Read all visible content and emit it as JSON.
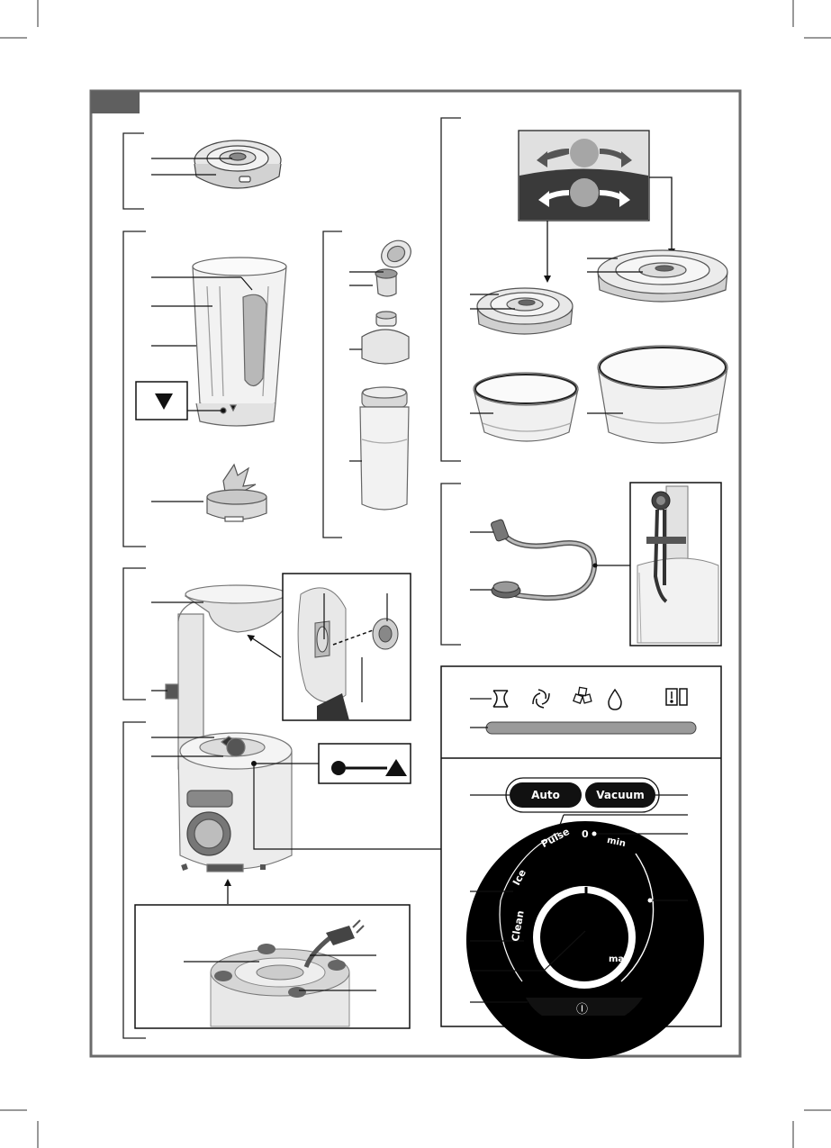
{
  "controls": {
    "auto_label": "Auto",
    "vacuum_label": "Vacuum",
    "pulse_label": "Pulse",
    "zero_label": "0",
    "min_label": "min",
    "max_label": "max",
    "ice_label": "Ice",
    "clean_label": "Clean",
    "power_symbol": "Ⓘ"
  },
  "icons": [
    "smoothie-icon",
    "blades-icon",
    "ice-cubes-icon",
    "drop-icon",
    "warning-door-icon"
  ],
  "colors": {
    "frame": "#6b6b6b",
    "dark_panel": "#111111",
    "grey_fill": "#bdbdbd",
    "light_fill": "#e6e6e6"
  }
}
